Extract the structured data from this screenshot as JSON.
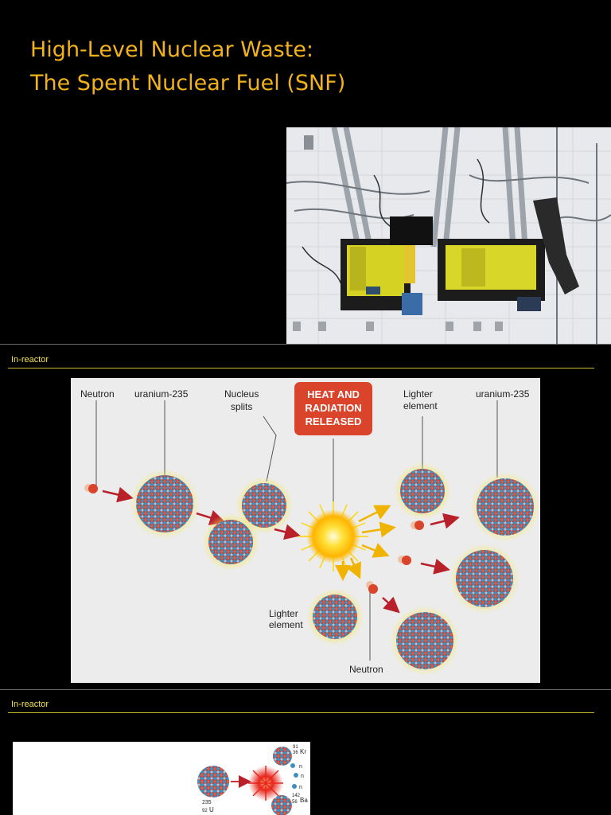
{
  "slide1": {
    "title_line1": "High-Level Nuclear Waste:",
    "title_line2": "The Spent Nuclear Fuel (SNF)"
  },
  "slide2": {
    "label": "In-reactor",
    "diagram": {
      "neutron_top": "Neutron",
      "uranium_left": "uranium-235",
      "nucleus_line1": "Nucleus",
      "nucleus_line2": "splits",
      "heat_line1": "HEAT AND",
      "heat_line2": "RADIATION",
      "heat_line3": "RELEASED",
      "lighter_top_line1": "Lighter",
      "lighter_top_line2": "element",
      "uranium_right": "uranium-235",
      "lighter_bottom_line1": "Lighter",
      "lighter_bottom_line2": "element",
      "neutron_bottom": "Neutron"
    },
    "colors": {
      "heat_box": "#d9442b",
      "proton": "#cc3b2b",
      "neutron_particle": "#3d8fc0",
      "glow": "#f6e45a"
    }
  },
  "slide3": {
    "label": "In-reactor",
    "mini_diagram": {
      "u_mass": "235",
      "u_z": "92",
      "u_sym": "U",
      "kr_mass": "91",
      "kr_z": "36",
      "kr_sym": "Kr",
      "ba_mass": "142",
      "ba_z": "56",
      "ba_sym": "Ba",
      "n1": "n",
      "n2": "n",
      "n3": "n"
    }
  }
}
